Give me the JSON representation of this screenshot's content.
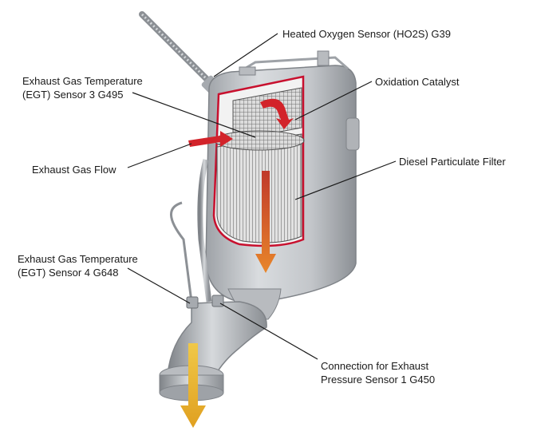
{
  "labels": {
    "ho2s": "Heated Oxygen Sensor (HO2S) G39",
    "egt3_line1": "Exhaust Gas Temperature",
    "egt3_line2": "(EGT) Sensor 3 G495",
    "oxcat": "Oxidation Catalyst",
    "flow": "Exhaust Gas Flow",
    "dpf": "Diesel Particulate Filter",
    "egt4_line1": "Exhaust Gas Temperature",
    "egt4_line2": "(EGT) Sensor 4 G648",
    "press_line1": "Connection for Exhaust",
    "press_line2": "Pressure Sensor 1 G450"
  },
  "colors": {
    "housing": "#c9ccd0",
    "housing_dark": "#8e9297",
    "cutaway_edge": "#c8102e",
    "filter_grid": "#6e6e6e",
    "hot_flow": "#d2232a",
    "cool_flow": "#e07a1f",
    "outlet_flow": "#e8b327"
  }
}
